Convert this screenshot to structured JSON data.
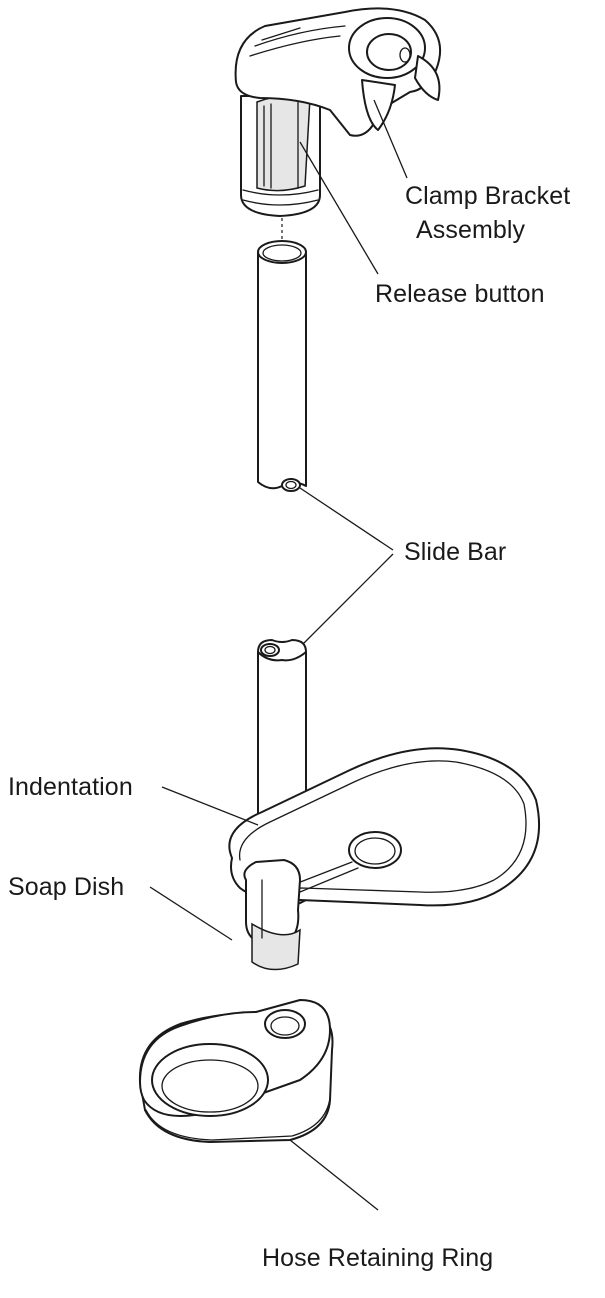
{
  "labels": {
    "clamp_bracket": "Clamp Bracket\nAssembly",
    "release_button": "Release button",
    "slide_bar": "Slide Bar",
    "indentation": "Indentation",
    "soap_dish": "Soap Dish",
    "hose_retaining_ring": "Hose Retaining Ring"
  },
  "colors": {
    "line": "#1a1a1a",
    "background": "#ffffff",
    "shade": "#e6e6e6"
  }
}
